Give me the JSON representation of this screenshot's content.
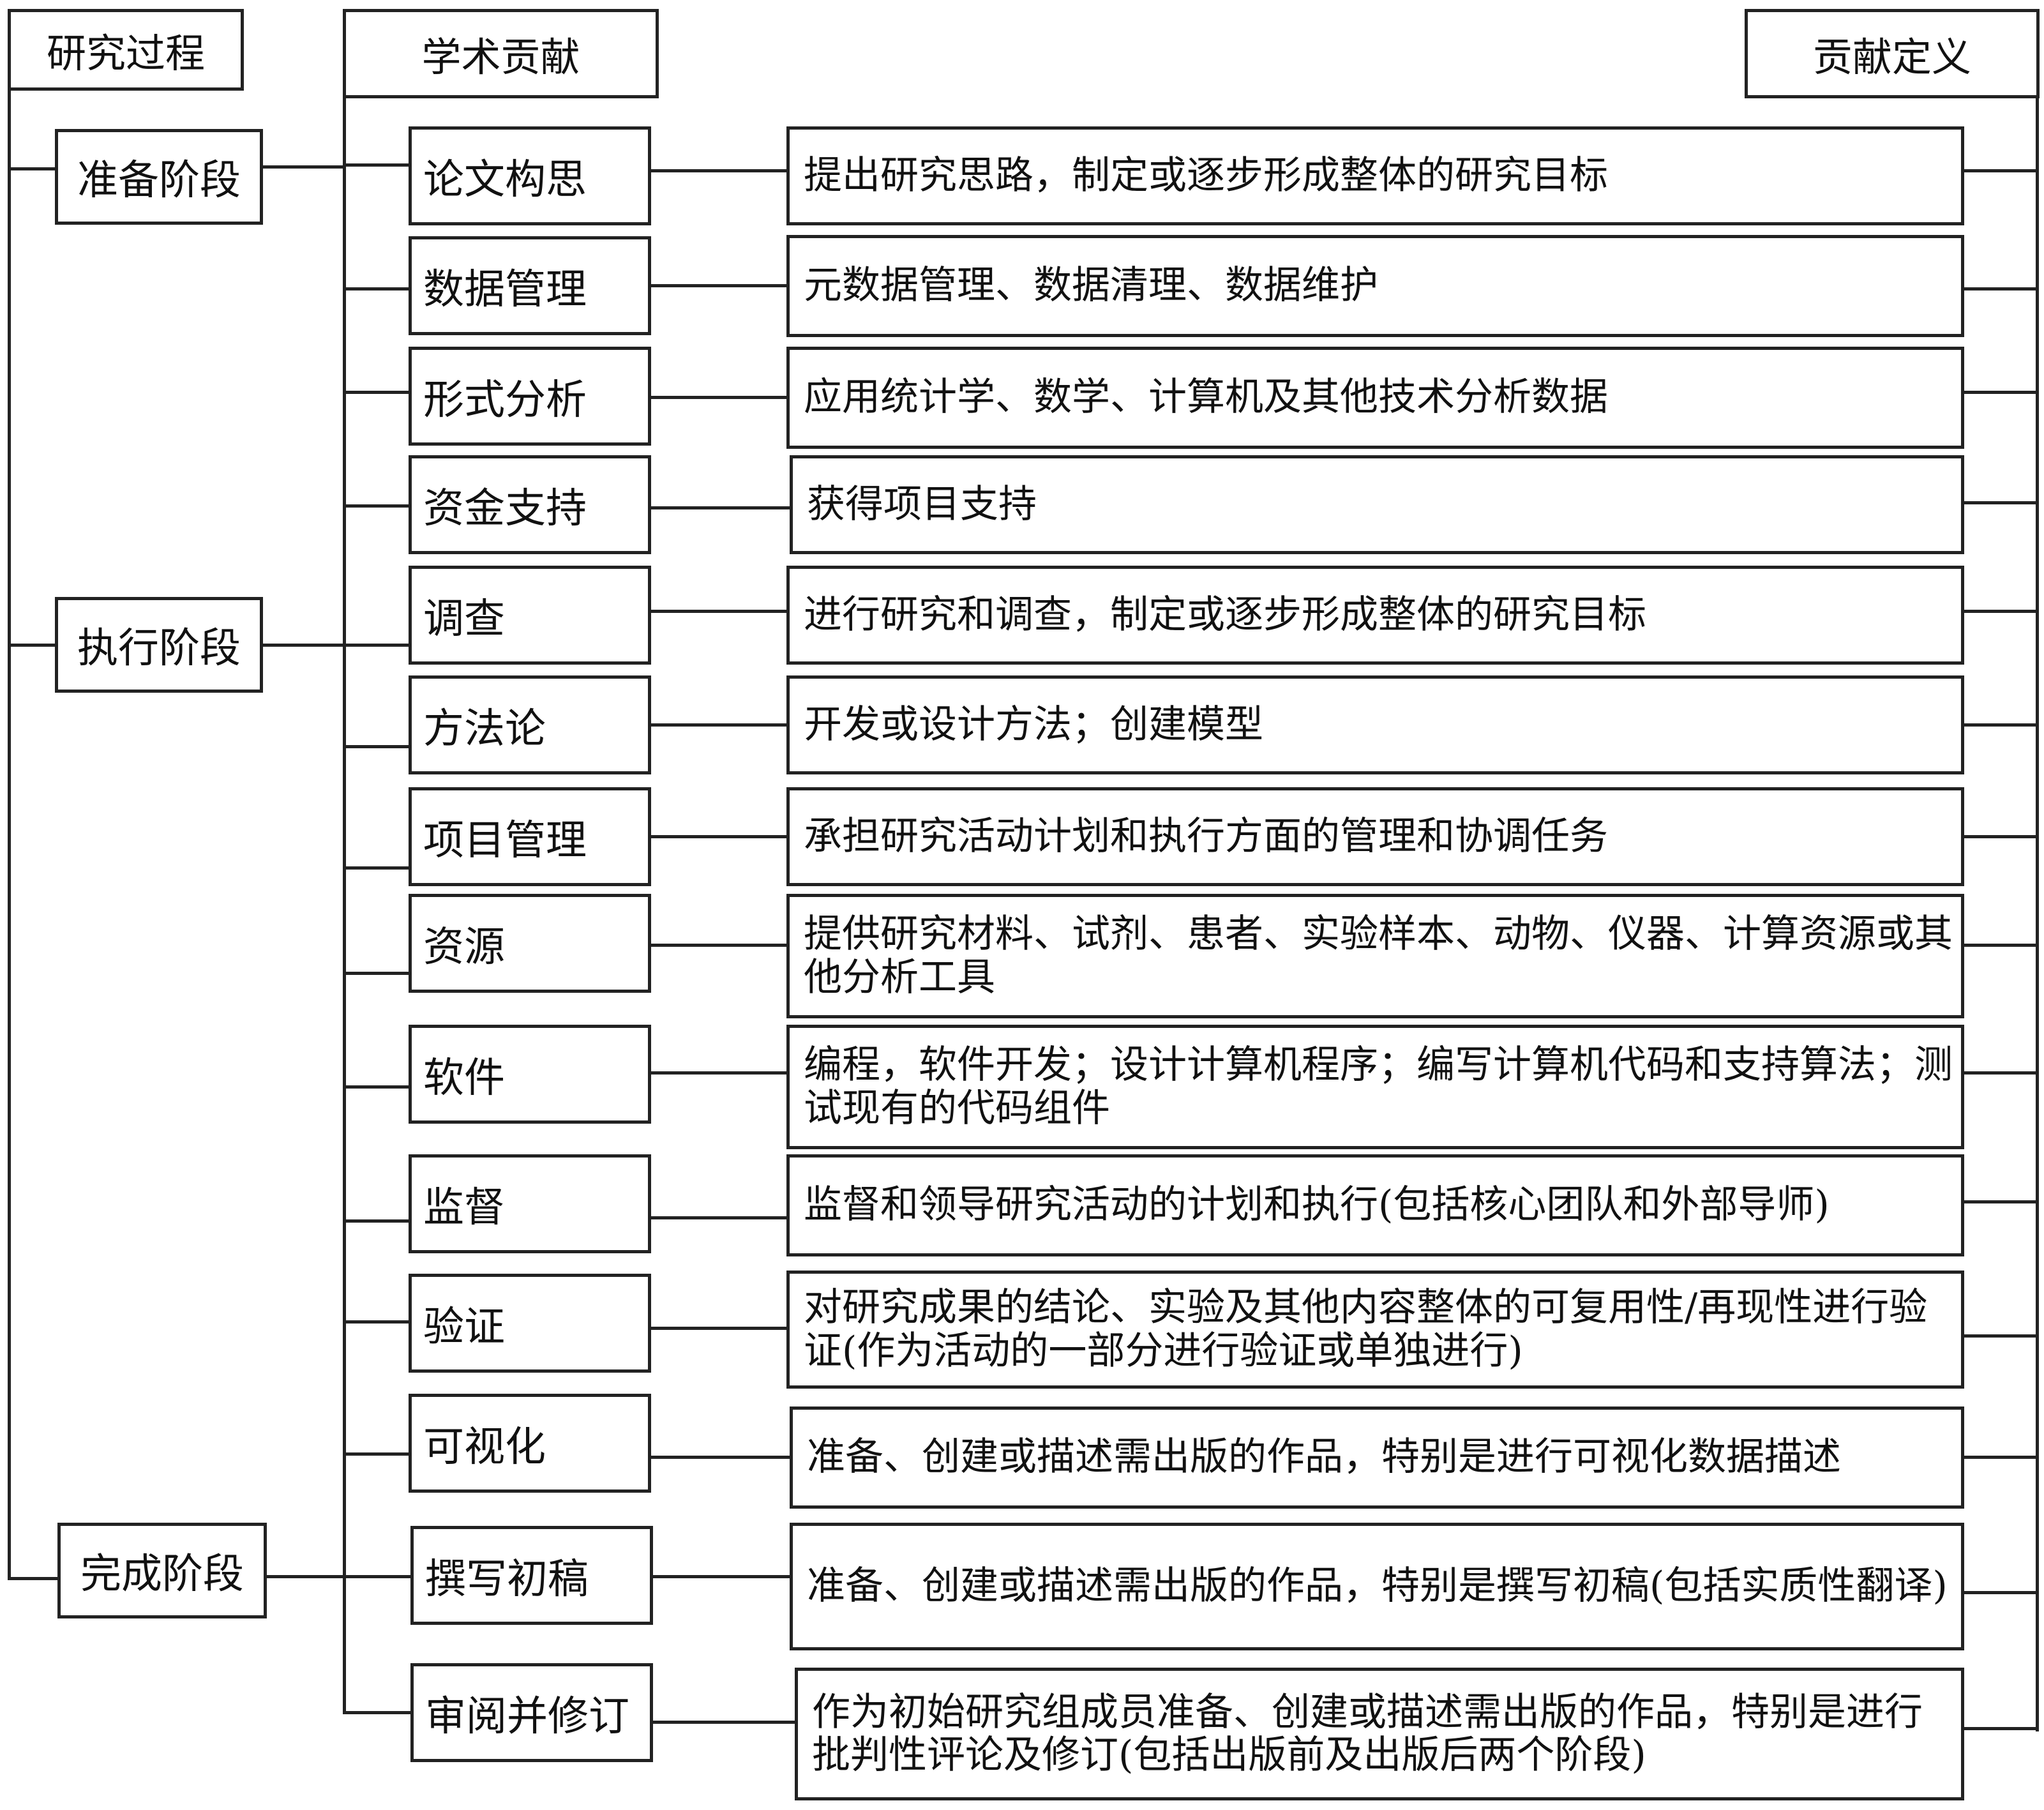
{
  "headers": {
    "research_process": "研究过程",
    "academic_contribution": "学术贡献",
    "contribution_definition": "贡献定义"
  },
  "stages": [
    {
      "label": "准备阶段"
    },
    {
      "label": "执行阶段"
    },
    {
      "label": "完成阶段"
    }
  ],
  "contributions": [
    {
      "label": "论文构思",
      "definition": "提出研究思路，制定或逐步形成整体的研究目标"
    },
    {
      "label": "数据管理",
      "definition": "元数据管理、数据清理、数据维护"
    },
    {
      "label": "形式分析",
      "definition": "应用统计学、数学、计算机及其他技术分析数据"
    },
    {
      "label": "资金支持",
      "definition": "获得项目支持"
    },
    {
      "label": "调查",
      "definition": "进行研究和调查，制定或逐步形成整体的研究目标"
    },
    {
      "label": "方法论",
      "definition": "开发或设计方法；创建模型"
    },
    {
      "label": "项目管理",
      "definition": "承担研究活动计划和执行方面的管理和协调任务"
    },
    {
      "label": "资源",
      "definition": "提供研究材料、试剂、患者、实验样本、动物、仪器、计算资源或其他分析工具"
    },
    {
      "label": "软件",
      "definition": "编程，软件开发；设计计算机程序；编写计算机代码和支持算法；测试现有的代码组件"
    },
    {
      "label": "监督",
      "definition": "监督和领导研究活动的计划和执行(包括核心团队和外部导师)"
    },
    {
      "label": "验证",
      "definition": "对研究成果的结论、实验及其他内容整体的可复用性/再现性进行验证(作为活动的一部分进行验证或单独进行)"
    },
    {
      "label": "可视化",
      "definition": "准备、创建或描述需出版的作品，特别是进行可视化数据描述"
    },
    {
      "label": "撰写初稿",
      "definition": "准备、创建或描述需出版的作品，特别是撰写初稿(包括实质性翻译)"
    },
    {
      "label": "审阅并修订",
      "definition": "作为初始研究组成员准备、创建或描述需出版的作品，特别是进行批判性评论及修订(包括出版前及出版后两个阶段)"
    }
  ]
}
